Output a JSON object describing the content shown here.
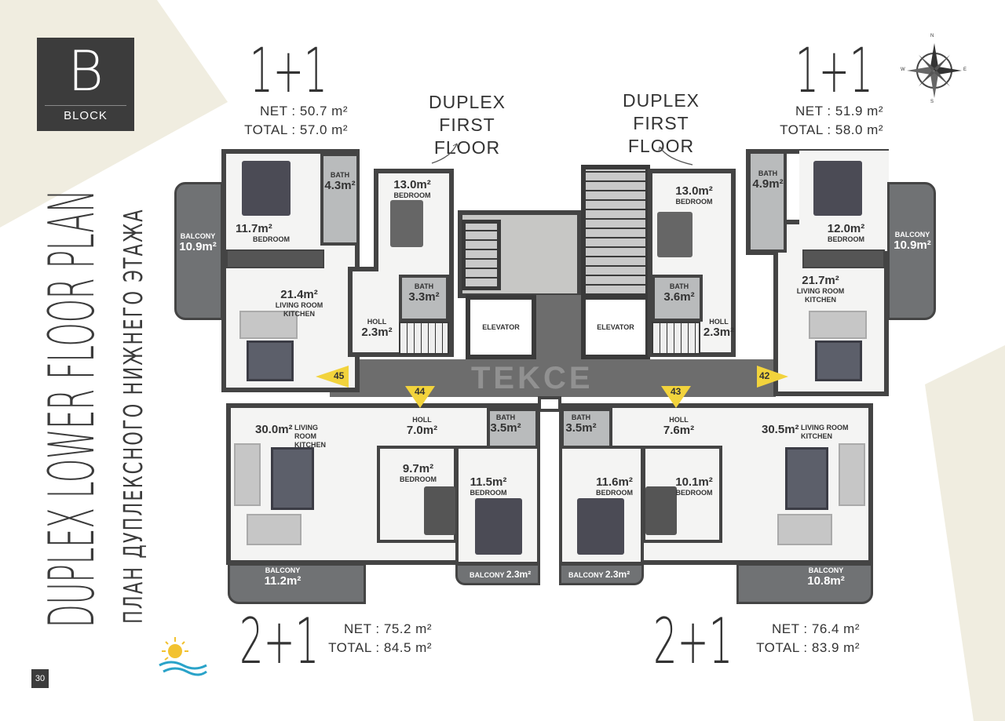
{
  "block": {
    "letter": "B",
    "label": "BLOCK"
  },
  "title": {
    "en": "DUPLEX LOWER FLOOR PLAN",
    "ru": "ПЛАН ДУПЛЕКСНОГО НИЖНЕГО ЭТАЖА"
  },
  "page_number": "30",
  "watermark": "TEKCE",
  "colors": {
    "cream": "#f0ede0",
    "dark": "#3c3c3c",
    "marker": "#f2d33c",
    "balcony": "#707274"
  },
  "units": {
    "top_left": {
      "type": "1+1",
      "net": "NET : 50.7 m²",
      "total": "TOTAL : 57.0 m²"
    },
    "top_right": {
      "type": "1+1",
      "net": "NET : 51.9 m²",
      "total": "TOTAL : 58.0 m²"
    },
    "bottom_left": {
      "type": "2+1",
      "net": "NET : 75.2 m²",
      "total": "TOTAL : 84.5 m²"
    },
    "bottom_right": {
      "type": "2+1",
      "net": "NET : 76.4 m²",
      "total": "TOTAL : 83.9 m²"
    }
  },
  "duplex_labels": [
    {
      "line1": "DUPLEX",
      "line2": "FIRST FLOOR"
    },
    {
      "line1": "DUPLEX",
      "line2": "FIRST FLOOR"
    }
  ],
  "rooms": {
    "tl_balcony": {
      "name": "BALCONY",
      "area": "10.9m²"
    },
    "tl_bedroom": {
      "name": "BEDROOM",
      "area": "11.7m²"
    },
    "tl_bath": {
      "name": "BATH",
      "area": "4.3m²"
    },
    "tl_living": {
      "name": "LIVING ROOM KITCHEN",
      "area": "21.4m²"
    },
    "dl_bedroom": {
      "name": "BEDROOM",
      "area": "13.0m²"
    },
    "dl_bath": {
      "name": "BATH",
      "area": "3.3m²"
    },
    "dl_holl": {
      "name": "HOLL",
      "area": "2.3m²"
    },
    "dr_bedroom": {
      "name": "BEDROOM",
      "area": "13.0m²"
    },
    "dr_bath": {
      "name": "BATH",
      "area": "3.6m²"
    },
    "dr_holl": {
      "name": "HOLL",
      "area": "2.3m²"
    },
    "tr_bath": {
      "name": "BATH",
      "area": "4.9m²"
    },
    "tr_bedroom": {
      "name": "BEDROOM",
      "area": "12.0m²"
    },
    "tr_living": {
      "name": "LIVING ROOM KITCHEN",
      "area": "21.7m²"
    },
    "tr_balcony": {
      "name": "BALCONY",
      "area": "10.9m²"
    },
    "bl_living": {
      "name": "LIVING ROOM KITCHEN",
      "area": "30.0m²"
    },
    "bl_holl": {
      "name": "HOLL",
      "area": "7.0m²"
    },
    "bl_bath": {
      "name": "BATH",
      "area": "3.5m²"
    },
    "bl_bedroom1": {
      "name": "BEDROOM",
      "area": "9.7m²"
    },
    "bl_bedroom2": {
      "name": "BEDROOM",
      "area": "11.5m²"
    },
    "bl_balcony1": {
      "name": "BALCONY",
      "area": "11.2m²"
    },
    "bl_balcony2": {
      "name": "BALCONY",
      "area": "2.3m²"
    },
    "br_bath": {
      "name": "BATH",
      "area": "3.5m²"
    },
    "br_holl": {
      "name": "HOLL",
      "area": "7.6m²"
    },
    "br_bedroom1": {
      "name": "BEDROOM",
      "area": "11.6m²"
    },
    "br_bedroom2": {
      "name": "BEDROOM",
      "area": "10.1m²"
    },
    "br_living": {
      "name": "LIVING ROOM KITCHEN",
      "area": "30.5m²"
    },
    "br_balcony1": {
      "name": "BALCONY",
      "area": "2.3m²"
    },
    "br_balcony2": {
      "name": "BALCONY",
      "area": "10.8m²"
    }
  },
  "elevators": [
    "ELEVATOR",
    "ELEVATOR"
  ],
  "markers": [
    "45",
    "44",
    "43",
    "42"
  ],
  "compass": {
    "n": "N",
    "s": "S",
    "e": "E",
    "w": "W"
  }
}
